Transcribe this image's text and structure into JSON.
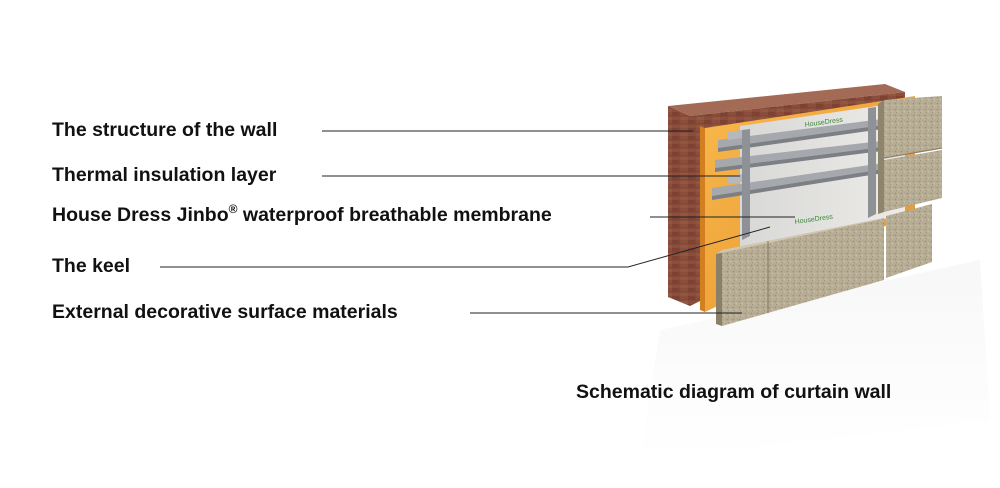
{
  "labels": {
    "wall_structure": "The structure of the wall",
    "thermal_insulation": "Thermal insulation layer",
    "membrane_prefix": "House Dress Jinbo",
    "membrane_reg": "®",
    "membrane_suffix": " waterproof breathable membrane",
    "keel": "The keel",
    "external_surface": "External decorative surface materials"
  },
  "caption": "Schematic diagram of curtain wall",
  "membrane_print": "HouseDress",
  "colors": {
    "brick": "#8a4d3b",
    "insulation": "#f2a23a",
    "membrane": "#dcdcdc",
    "keel": "#9a9ea3",
    "stone": "#b7ab92",
    "leader_line": "#222222"
  }
}
